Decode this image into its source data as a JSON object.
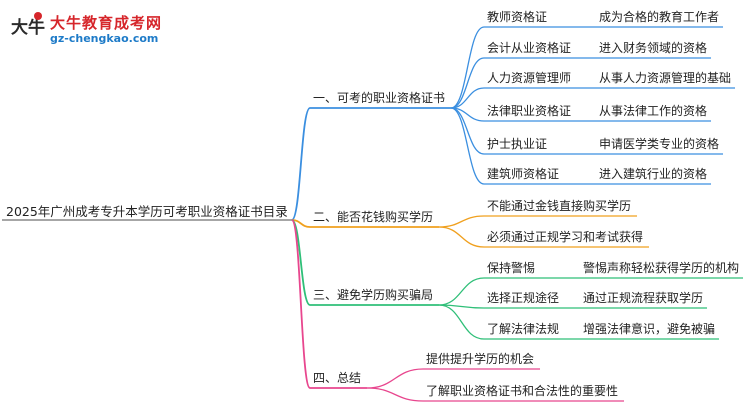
{
  "logo": {
    "title": "大牛教育成考网",
    "url": "gz-chengkao.com",
    "mark": "大牛"
  },
  "mindmap": {
    "root": "2025年广州成考专升本学历可考职业资格证书目录",
    "branches": [
      {
        "label": "一、可考的职业资格证书",
        "color": "#3b8fe0",
        "children": [
          {
            "label": "教师资格证",
            "detail": "成为合格的教育工作者"
          },
          {
            "label": "会计从业资格证",
            "detail": "进入财务领域的资格"
          },
          {
            "label": "人力资源管理师",
            "detail": "从事人力资源管理的基础"
          },
          {
            "label": "法律职业资格证",
            "detail": "从事法律工作的资格"
          },
          {
            "label": "护士执业证",
            "detail": "申请医学类专业的资格"
          },
          {
            "label": "建筑师资格证",
            "detail": "进入建筑行业的资格"
          }
        ]
      },
      {
        "label": "二、能否花钱购买学历",
        "color": "#f0a01e",
        "children": [
          {
            "label": "不能通过金钱直接购买学历"
          },
          {
            "label": "必须通过正规学习和考试获得"
          }
        ]
      },
      {
        "label": "三、避免学历购买骗局",
        "color": "#2fbf78",
        "children": [
          {
            "label": "保持警惕",
            "detail": "警惕声称轻松获得学历的机构"
          },
          {
            "label": "选择正规途径",
            "detail": "通过正规流程获取学历"
          },
          {
            "label": "了解法律法规",
            "detail": "增强法律意识，避免被骗"
          }
        ]
      },
      {
        "label": "四、总结",
        "color": "#e8468e",
        "children": [
          {
            "label": "提供提升学历的机会"
          },
          {
            "label": "了解职业资格证书和合法性的重要性"
          }
        ]
      }
    ]
  }
}
